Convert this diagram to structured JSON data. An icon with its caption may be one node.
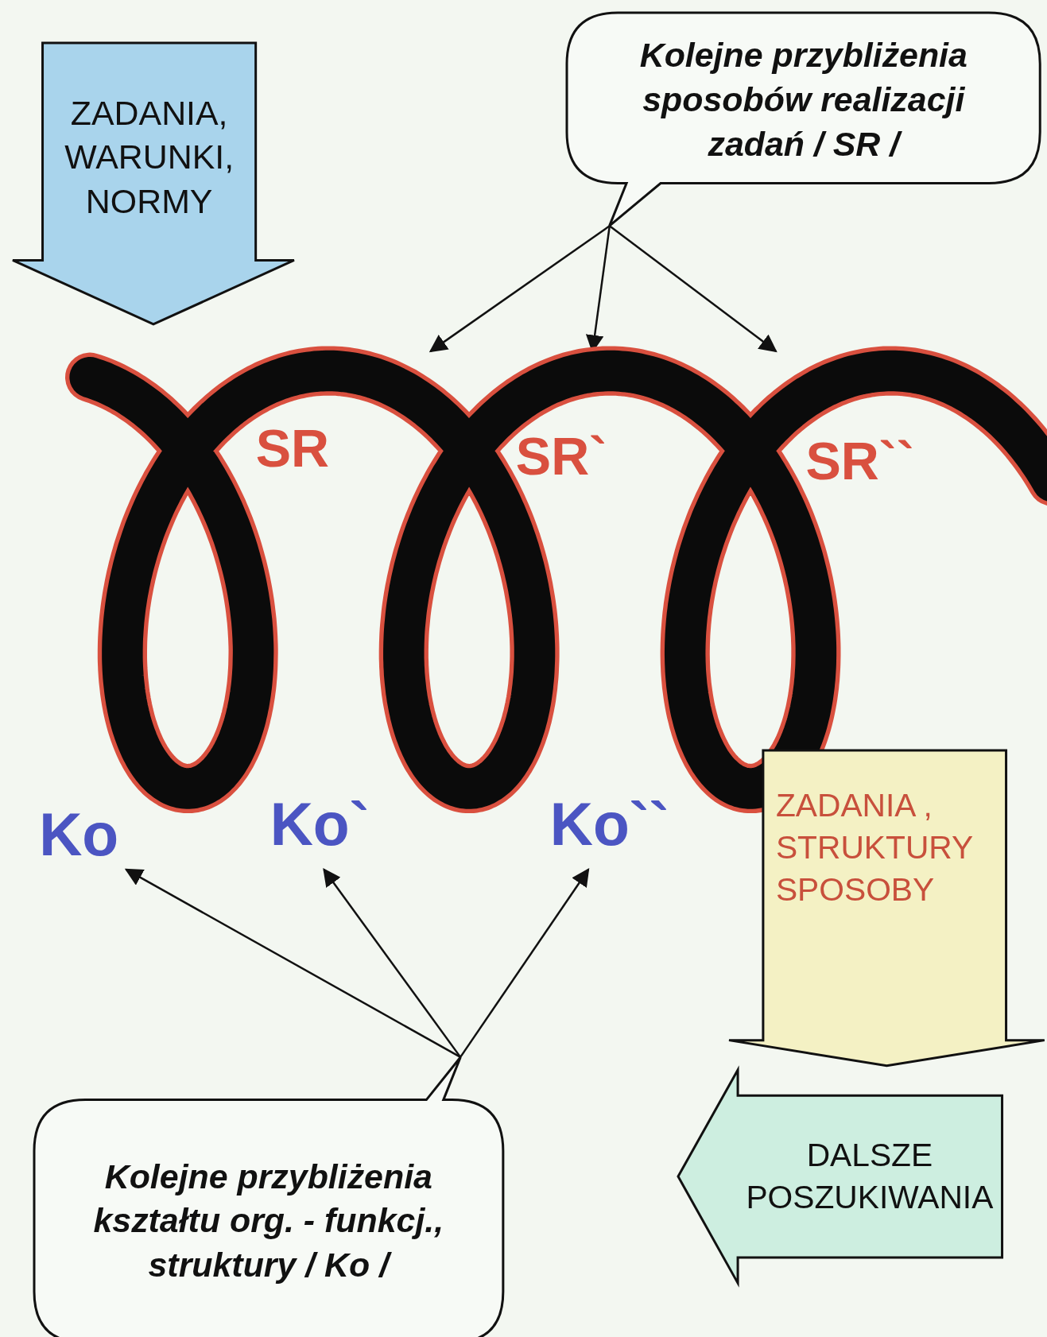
{
  "diagram": {
    "nodes": [
      {
        "text": [
          "ZADANIA, WARUNKI, NORMY"
        ]
      },
      {
        "text": [
          "Kolejne przybliżenia sposobów realizacji zadań / SR /"
        ]
      },
      {
        "text": [],
        "shape": "picture"
      },
      {
        "text": [
          "Ko"
        ]
      },
      {
        "text": [
          "Ko`"
        ]
      },
      {
        "text": [
          "Ko``"
        ]
      },
      {
        "text": [
          "ZADANIA , STRUKTURY SPOSOBY"
        ]
      },
      {
        "text": [
          "Kolejne przybliżenia kształtu org. - funkcj., struktury / Ko /"
        ]
      },
      {
        "text": [
          "DALSZE POSZUKIWANIA"
        ]
      }
    ],
    "edges": [
      {
        "from": 1,
        "to": 2,
        "arrow": "to"
      },
      {
        "from": 1,
        "to": 2,
        "arrow": "to"
      },
      {
        "from": 1,
        "to": 2,
        "arrow": "to"
      },
      {
        "from": 7,
        "to": 3,
        "arrow": "to"
      },
      {
        "from": 7,
        "to": 4,
        "arrow": "to"
      },
      {
        "from": 7,
        "to": 5,
        "arrow": "to"
      }
    ],
    "labels": [
      "SR",
      "SR`",
      "SR``"
    ]
  }
}
